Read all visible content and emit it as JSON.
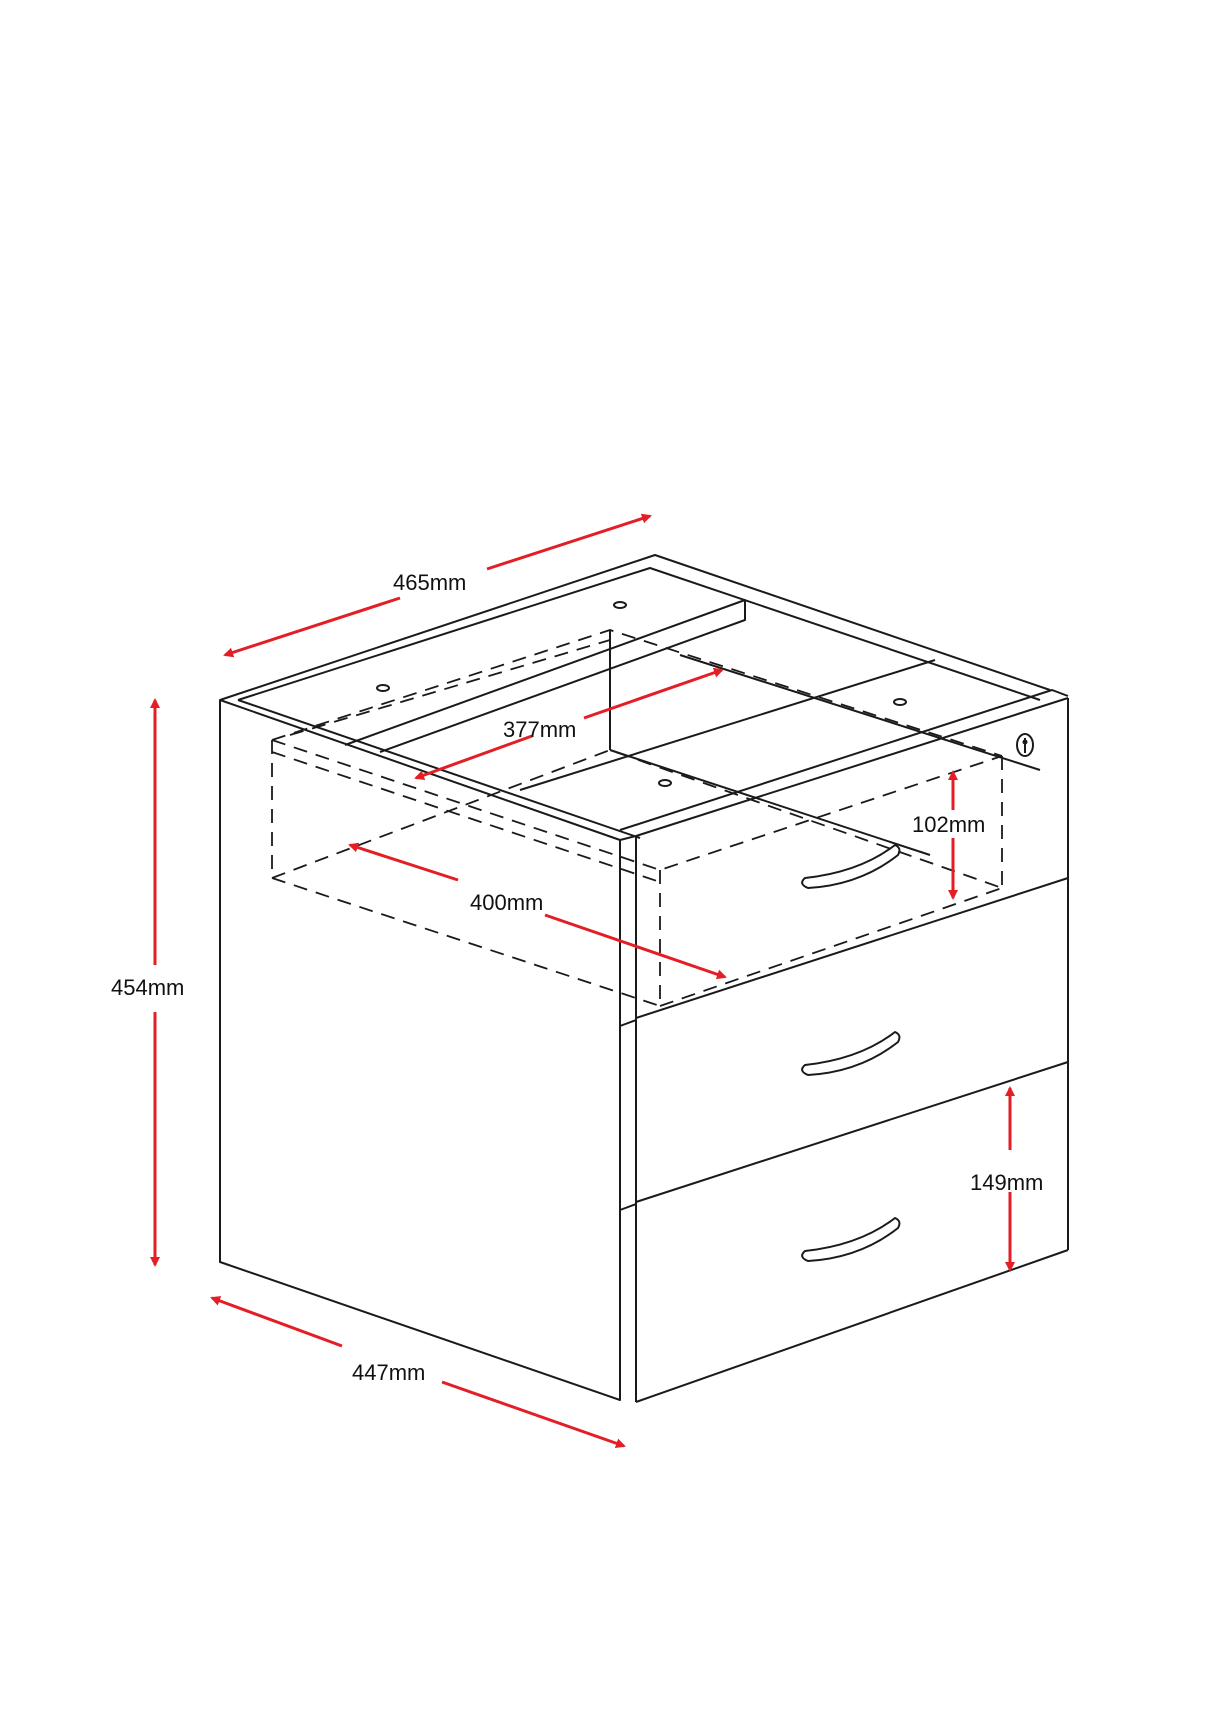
{
  "diagram": {
    "title": "Fixed pedestal with 3 drawers - dimension drawing",
    "colors": {
      "outline": "#1a1a1a",
      "dimension": "#e31e24",
      "background": "#ffffff"
    },
    "dimensions": {
      "width": {
        "label": "465mm",
        "value": 465,
        "unit": "mm"
      },
      "height": {
        "label": "454mm",
        "value": 454,
        "unit": "mm"
      },
      "depth": {
        "label": "447mm",
        "value": 447,
        "unit": "mm"
      },
      "drawer_inner_width": {
        "label": "377mm",
        "value": 377,
        "unit": "mm"
      },
      "drawer_inner_depth": {
        "label": "400mm",
        "value": 400,
        "unit": "mm"
      },
      "top_drawer_height": {
        "label": "102mm",
        "value": 102,
        "unit": "mm"
      },
      "bottom_drawer_height": {
        "label": "149mm",
        "value": 149,
        "unit": "mm"
      }
    },
    "parts": {
      "drawers": [
        "top-drawer",
        "middle-drawer",
        "bottom-drawer"
      ],
      "lock": "keyhole-lock-icon",
      "handles": 3
    }
  }
}
